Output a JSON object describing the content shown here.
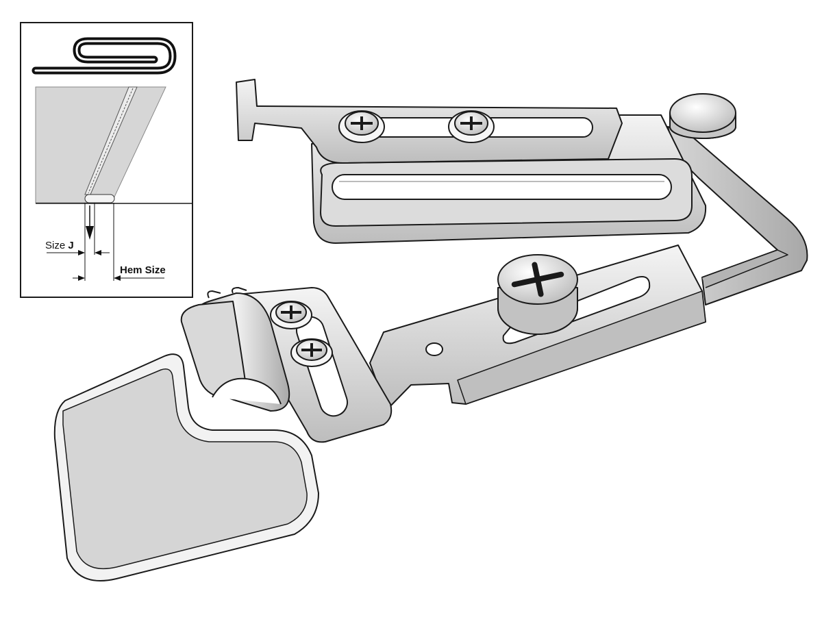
{
  "inset": {
    "size_prefix": "Size",
    "size_letter": "J",
    "hem_label": "Hem Size"
  },
  "colors": {
    "metal_light": "#ececec",
    "metal_mid": "#c9c9c9",
    "metal_dark": "#9a9a9a",
    "outline": "#1a1a1a",
    "fabric": "#d8d8d8"
  },
  "icons": {
    "fold": "fold-profile-icon",
    "screw": "phillips-screw-icon"
  }
}
